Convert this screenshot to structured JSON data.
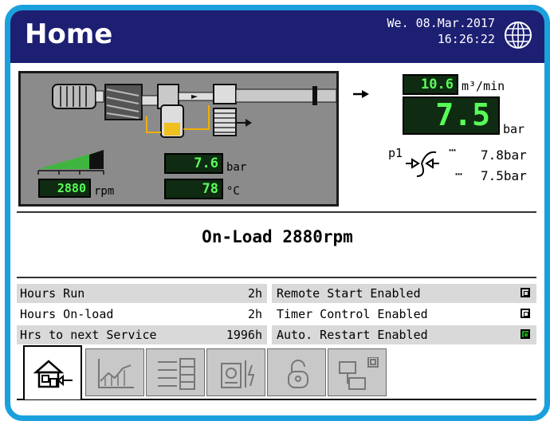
{
  "header": {
    "title": "Home",
    "date": "We. 08.Mar.2017",
    "time": "16:26:22",
    "globe_icon": "globe-icon"
  },
  "plant": {
    "motor_speed": "2880",
    "motor_speed_unit": "rpm",
    "speed_level": 0.75,
    "pressure": "7.6",
    "pressure_unit": "bar",
    "temperature": "78",
    "temperature_unit": "°C"
  },
  "output": {
    "flow": "10.6",
    "flow_unit": "m³/min",
    "pressure": "7.5",
    "pressure_unit": "bar",
    "setpoint_label": "p1",
    "setpoint_upper": "7.8bar",
    "setpoint_lower": "7.5bar"
  },
  "status": "On-Load 2880rpm",
  "info_left": [
    {
      "label": "Hours Run",
      "value": "2h"
    },
    {
      "label": "Hours On-load",
      "value": "2h"
    },
    {
      "label": "Hrs to next Service",
      "value": "1996h"
    }
  ],
  "info_right": [
    {
      "label": "Remote Start Enabled",
      "state": "off"
    },
    {
      "label": "Timer Control Enabled",
      "state": "off"
    },
    {
      "label": "Auto. Restart Enabled",
      "state": "on"
    }
  ],
  "colors": {
    "frame": "#1aa0dc",
    "header_bg": "#1d1f73",
    "lcd_bg": "#0f2b12",
    "lcd_text": "#58ff58",
    "row_shade": "#d9d9d9",
    "enabled_indicator": "#1aa01a"
  },
  "tabs": [
    {
      "icon": "home-icon",
      "active": true
    },
    {
      "icon": "trend-chart-icon",
      "active": false
    },
    {
      "icon": "list-icon",
      "active": false
    },
    {
      "icon": "settings-document-icon",
      "active": false
    },
    {
      "icon": "lock-icon",
      "active": false
    },
    {
      "icon": "network-icon",
      "active": false
    }
  ]
}
